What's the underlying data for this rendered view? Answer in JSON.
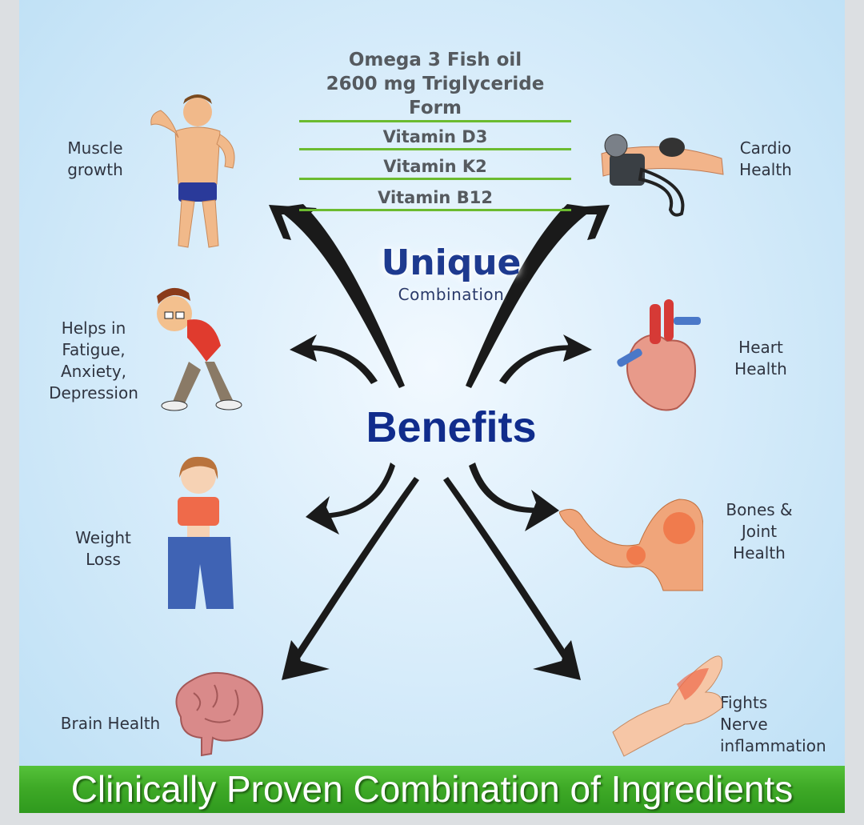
{
  "ingredients": {
    "title_line1": "Omega 3 Fish oil",
    "title_line2": "2600 mg Triglyceride Form",
    "items": [
      "Vitamin D3",
      "Vitamin K2",
      "Vitamin B12"
    ]
  },
  "center": {
    "unique": "Unique",
    "combination": "Combination",
    "benefits": "Benefits"
  },
  "benefits_left": [
    {
      "lines": [
        "Muscle",
        "growth"
      ],
      "icon": "muscle-man-icon"
    },
    {
      "lines": [
        "Helps in",
        "Fatigue,",
        "Anxiety,",
        "Depression"
      ],
      "icon": "stressed-man-icon"
    },
    {
      "lines": [
        "Weight",
        "Loss"
      ],
      "icon": "weight-loss-woman-icon"
    },
    {
      "lines": [
        "Brain Health"
      ],
      "icon": "brain-icon"
    }
  ],
  "benefits_right": [
    {
      "lines": [
        "Cardio",
        "Health"
      ],
      "icon": "blood-pressure-cuff-icon"
    },
    {
      "lines": [
        "Heart",
        "Health"
      ],
      "icon": "heart-icon"
    },
    {
      "lines": [
        "Bones &",
        "Joint",
        "Health"
      ],
      "icon": "arm-joint-icon"
    },
    {
      "lines": [
        "Fights",
        "Nerve",
        "inflammation"
      ],
      "icon": "hand-nerve-icon"
    }
  ],
  "footer": {
    "text": "Clinically Proven Combination of Ingredients"
  },
  "colors": {
    "accent_green": "#6bbb2f",
    "title_blue": "#102c8c",
    "footer_green": "#3faa27"
  }
}
